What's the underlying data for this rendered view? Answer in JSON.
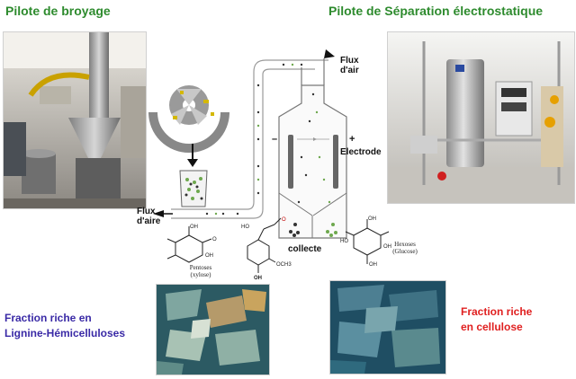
{
  "titles": {
    "left": "Pilote de broyage",
    "right": "Pilote de Séparation électrostatique"
  },
  "diagram": {
    "flux_air_left_line1": "Flux",
    "flux_air_left_line2": "d'aire",
    "flux_air_right_line1": "Flux",
    "flux_air_right_line2": "d'air",
    "electrode": "Electrode",
    "collecte": "collecte",
    "minus_sign": "–",
    "plus_sign": "+"
  },
  "chemistry": {
    "pentoses_line1": "Pentoses",
    "pentoses_line2": "(xylose)",
    "hexoses_line1": "Hexoses",
    "hexoses_line2": "(Glucose)",
    "och3": "OCH3",
    "oh": "OH",
    "ho": "HO"
  },
  "fractions": {
    "left_line1": "Fraction riche en",
    "left_line2": "Lignine-Hémicelluloses",
    "right_line1": "Fraction riche",
    "right_line2": "en cellulose"
  },
  "colors": {
    "title_green": "#2e8b2e",
    "left_fraction_blue": "#3a2aa6",
    "right_fraction_red": "#e02020"
  }
}
